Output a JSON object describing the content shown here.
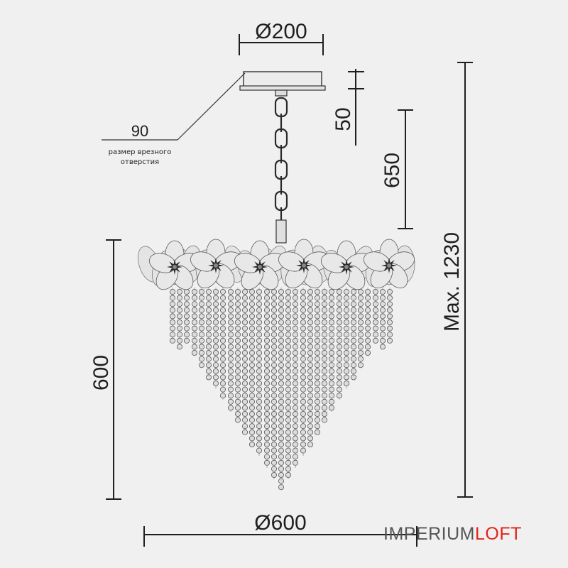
{
  "dimensions": {
    "canopy_diameter": "Ø200",
    "canopy_height": "50",
    "chain_length": "650",
    "max_height": "Max. 1230",
    "body_height": "600",
    "body_diameter": "Ø600",
    "cutout_value": "90",
    "cutout_note_line1": "размер врезного",
    "cutout_note_line2": "отверстия"
  },
  "brand": {
    "name_part1": "IMPERIUM",
    "name_part2": "LOFT",
    "color_part1": "#555555",
    "color_part2": "#e2231a"
  }
}
